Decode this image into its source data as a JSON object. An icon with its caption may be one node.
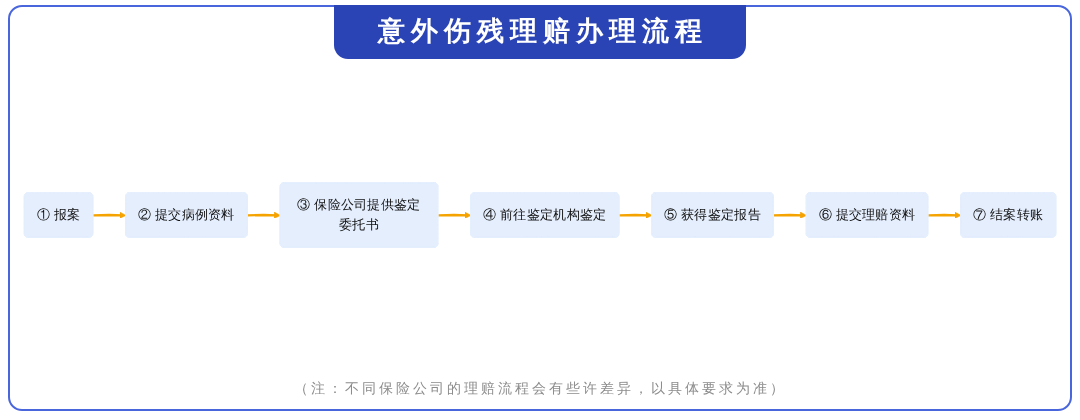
{
  "diagram": {
    "title": "意外伤残理赔办理流程",
    "caption": "（注：不同保险公司的理赔流程会有些许差异，以具体要求为准）",
    "nodes": [
      {
        "text": [
          "① 报案"
        ]
      },
      {
        "text": [
          "② 提交病例资料"
        ]
      },
      {
        "text": [
          "③ 保险公司提供鉴定委托书"
        ]
      },
      {
        "text": [
          "④ 前往鉴定机构鉴定"
        ]
      },
      {
        "text": [
          "⑤ 获得鉴定报告"
        ]
      },
      {
        "text": [
          "⑥ 提交理赔资料"
        ]
      },
      {
        "text": [
          "⑦ 结案转账"
        ]
      }
    ],
    "edges": [
      {
        "from": 0,
        "to": 1,
        "arrow": "to"
      },
      {
        "from": 1,
        "to": 2,
        "arrow": "to"
      },
      {
        "from": 2,
        "to": 3,
        "arrow": "to"
      },
      {
        "from": 3,
        "to": 4,
        "arrow": "to"
      },
      {
        "from": 4,
        "to": 5,
        "arrow": "to"
      },
      {
        "from": 5,
        "to": 6,
        "arrow": "to"
      }
    ]
  }
}
